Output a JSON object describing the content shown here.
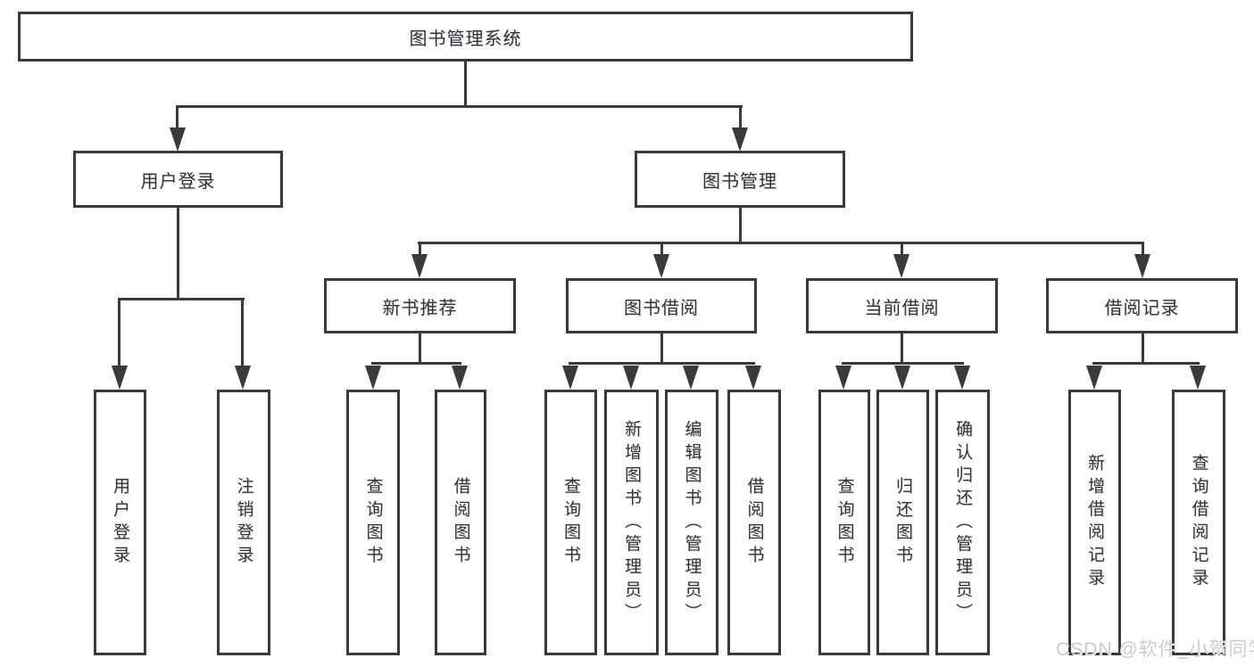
{
  "diagram": {
    "title": "图书管理系统",
    "colors": {
      "line": "#3a3a3a",
      "box_border": "#3a3a3a",
      "text": "#333333",
      "background": "#ffffff",
      "watermark": "#c9cdd2"
    },
    "root": {
      "label": "图书管理系统"
    },
    "level2": {
      "user_login": {
        "label": "用户登录"
      },
      "book_management": {
        "label": "图书管理"
      }
    },
    "level3": {
      "new_book_recommend": {
        "label": "新书推荐"
      },
      "book_borrow": {
        "label": "图书借阅"
      },
      "current_borrow": {
        "label": "当前借阅"
      },
      "borrow_record": {
        "label": "借阅记录"
      }
    },
    "leaves": {
      "user_login_leaf": {
        "label": "用户登录"
      },
      "logout_login": {
        "label": "注销登录"
      },
      "query_book_recommend": {
        "label": "查询图书"
      },
      "borrow_book_recommend": {
        "label": "借阅图书"
      },
      "query_book_borrow": {
        "label": "查询图书"
      },
      "add_book_admin": {
        "label": "新增图书（管理员）"
      },
      "edit_book_admin": {
        "label": "编辑图书（管理员）"
      },
      "borrow_book_borrow": {
        "label": "借阅图书"
      },
      "query_book_current": {
        "label": "查询图书"
      },
      "return_book": {
        "label": "归还图书"
      },
      "confirm_return_admin": {
        "label": "确认归还（管理员）"
      },
      "add_borrow_record": {
        "label": "新增借阅记录"
      },
      "query_borrow_record": {
        "label": "查询借阅记录"
      }
    },
    "watermark": "CSDN @软件_小贺同学"
  }
}
